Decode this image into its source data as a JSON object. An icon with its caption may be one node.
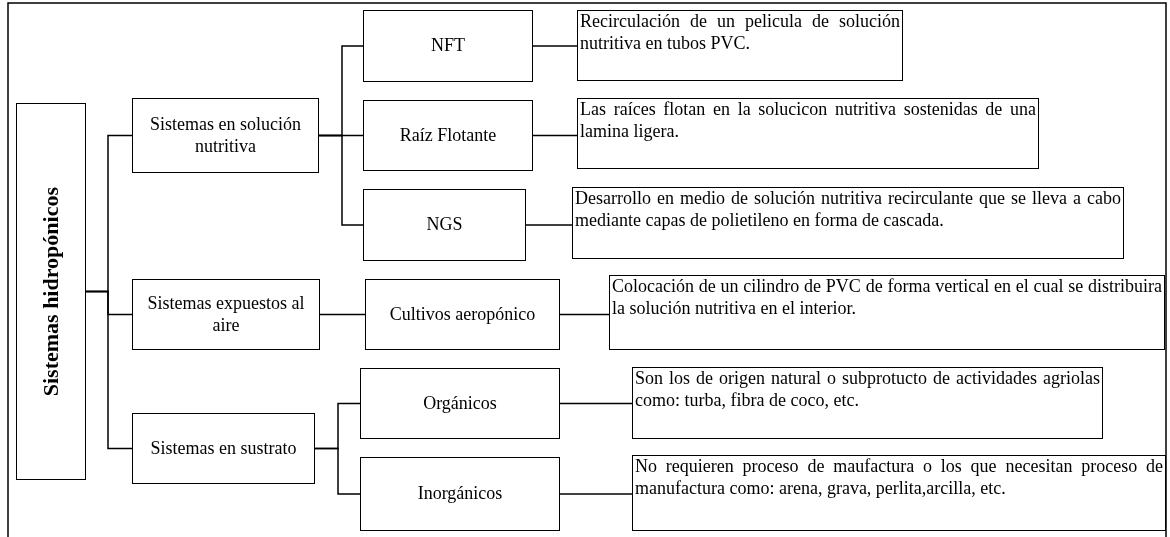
{
  "diagram": {
    "nodes": [
      {
        "text": [
          "Sistemas hidropónicos"
        ]
      },
      {
        "text": [
          "Sistemas en solución nutritiva"
        ]
      },
      {
        "text": [
          "NFT"
        ]
      },
      {
        "text": [
          "Recirculación de un pelicula de solución nutritiva en tubos PVC."
        ]
      },
      {
        "text": [
          "Raíz Flotante"
        ]
      },
      {
        "text": [
          "Las raíces flotan en la solucicon nutritiva sostenidas de una lamina ligera."
        ]
      },
      {
        "text": [
          "NGS"
        ]
      },
      {
        "text": [
          "Desarrollo en medio de solución nutritiva recirculante que se lleva a cabo mediante capas de polietileno en forma de cascada."
        ]
      },
      {
        "text": [
          "Sistemas expuestos al aire"
        ]
      },
      {
        "text": [
          "Cultivos aeropónico"
        ]
      },
      {
        "text": [
          "Colocación de un cilindro de PVC de forma vertical en el cual se distribuira la solución nutritiva en el interior."
        ]
      },
      {
        "text": [
          "Sistemas en sustrato"
        ]
      },
      {
        "text": [
          "Orgánicos"
        ]
      },
      {
        "text": [
          "Son los de origen natural o subprotucto de actividades agriolas como: turba, fibra de coco, etc."
        ]
      },
      {
        "text": [
          "Inorgánicos"
        ]
      },
      {
        "text": [
          "No requieren proceso de maufactura o los que necesitan proceso de manufactura como: arena, grava, perlita,arcilla, etc."
        ]
      }
    ],
    "edges": [
      {
        "from": 0,
        "to": 1,
        "arrow": "none"
      },
      {
        "from": 0,
        "to": 8,
        "arrow": "none"
      },
      {
        "from": 0,
        "to": 11,
        "arrow": "none"
      },
      {
        "from": 1,
        "to": 2,
        "arrow": "none"
      },
      {
        "from": 1,
        "to": 4,
        "arrow": "none"
      },
      {
        "from": 1,
        "to": 6,
        "arrow": "none"
      },
      {
        "from": 2,
        "to": 3,
        "arrow": "none"
      },
      {
        "from": 4,
        "to": 5,
        "arrow": "none"
      },
      {
        "from": 6,
        "to": 7,
        "arrow": "none"
      },
      {
        "from": 8,
        "to": 9,
        "arrow": "none"
      },
      {
        "from": 9,
        "to": 10,
        "arrow": "none"
      },
      {
        "from": 11,
        "to": 12,
        "arrow": "none"
      },
      {
        "from": 11,
        "to": 14,
        "arrow": "none"
      },
      {
        "from": 12,
        "to": 13,
        "arrow": "none"
      },
      {
        "from": 14,
        "to": 15,
        "arrow": "none"
      }
    ]
  }
}
